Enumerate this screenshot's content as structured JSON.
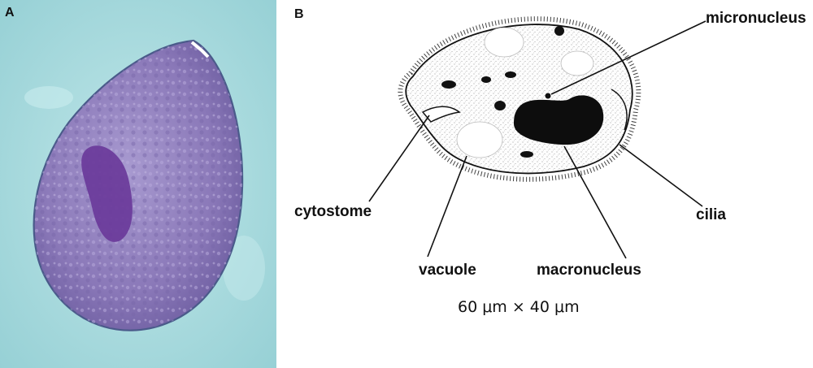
{
  "panels": {
    "a": {
      "letter": "A"
    },
    "b": {
      "letter": "B"
    }
  },
  "labels": {
    "micronucleus": "micronucleus",
    "cytostome": "cytostome",
    "cilia": "cilia",
    "vacuole": "vacuole",
    "macronucleus": "macronucleus"
  },
  "dimensions": "60 μm × 40 μm",
  "colors": {
    "photo_background": "#a9d9dc",
    "cell_fill": "#8a78b8",
    "cell_nucleus": "#6a3a9a",
    "ink": "#111111"
  }
}
